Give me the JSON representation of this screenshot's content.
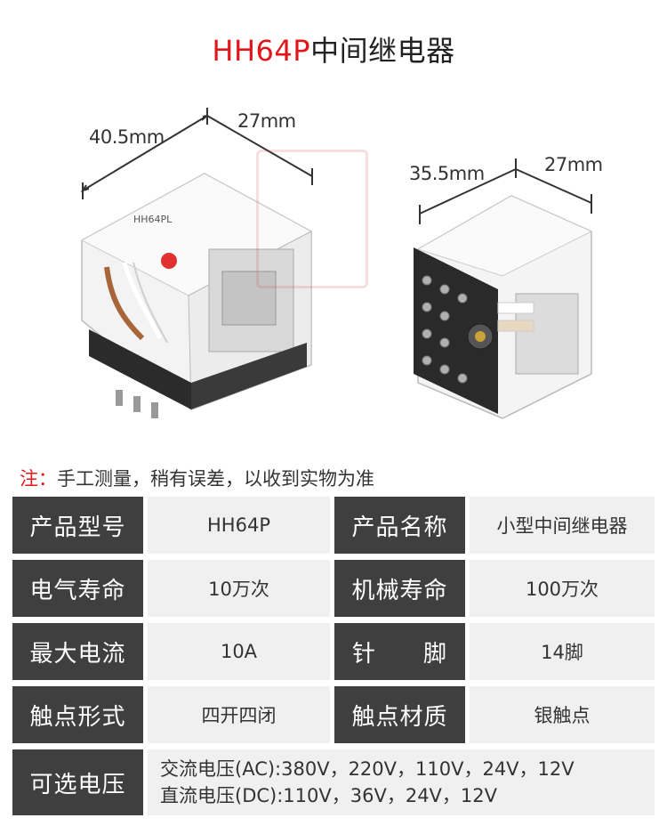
{
  "title": {
    "model": "HH64P",
    "name": "中间继电器"
  },
  "dimensions": {
    "left_view": {
      "width": "40.5mm",
      "depth": "27mm"
    },
    "right_view": {
      "width": "35.5mm",
      "depth": "27mm"
    }
  },
  "product_label": "HH64PL",
  "note": {
    "label": "注：",
    "text": "手工测量，稍有误差，以收到实物为准"
  },
  "specs": {
    "rows": [
      {
        "h1": "产品型号",
        "v1": "HH64P",
        "h2": "产品名称",
        "v2": "小型中间继电器"
      },
      {
        "h1": "电气寿命",
        "v1": "10万次",
        "h2": "机械寿命",
        "v2": "100万次"
      },
      {
        "h1": "最大电流",
        "v1": "10A",
        "h2a": "针",
        "h2b": "脚",
        "v2": "14脚"
      },
      {
        "h1": "触点形式",
        "v1": "四开四闭",
        "h2": "触点材质",
        "v2": "银触点"
      }
    ],
    "voltage": {
      "header": "可选电压",
      "ac": "交流电压(AC):380V，220V，110V，24V，12V",
      "dc": "直流电压(DC):110V，36V，24V，12V"
    }
  },
  "colors": {
    "accent": "#e0161b",
    "header_bg": "#3f3f3f",
    "value_bg": "#f0f0f0"
  }
}
